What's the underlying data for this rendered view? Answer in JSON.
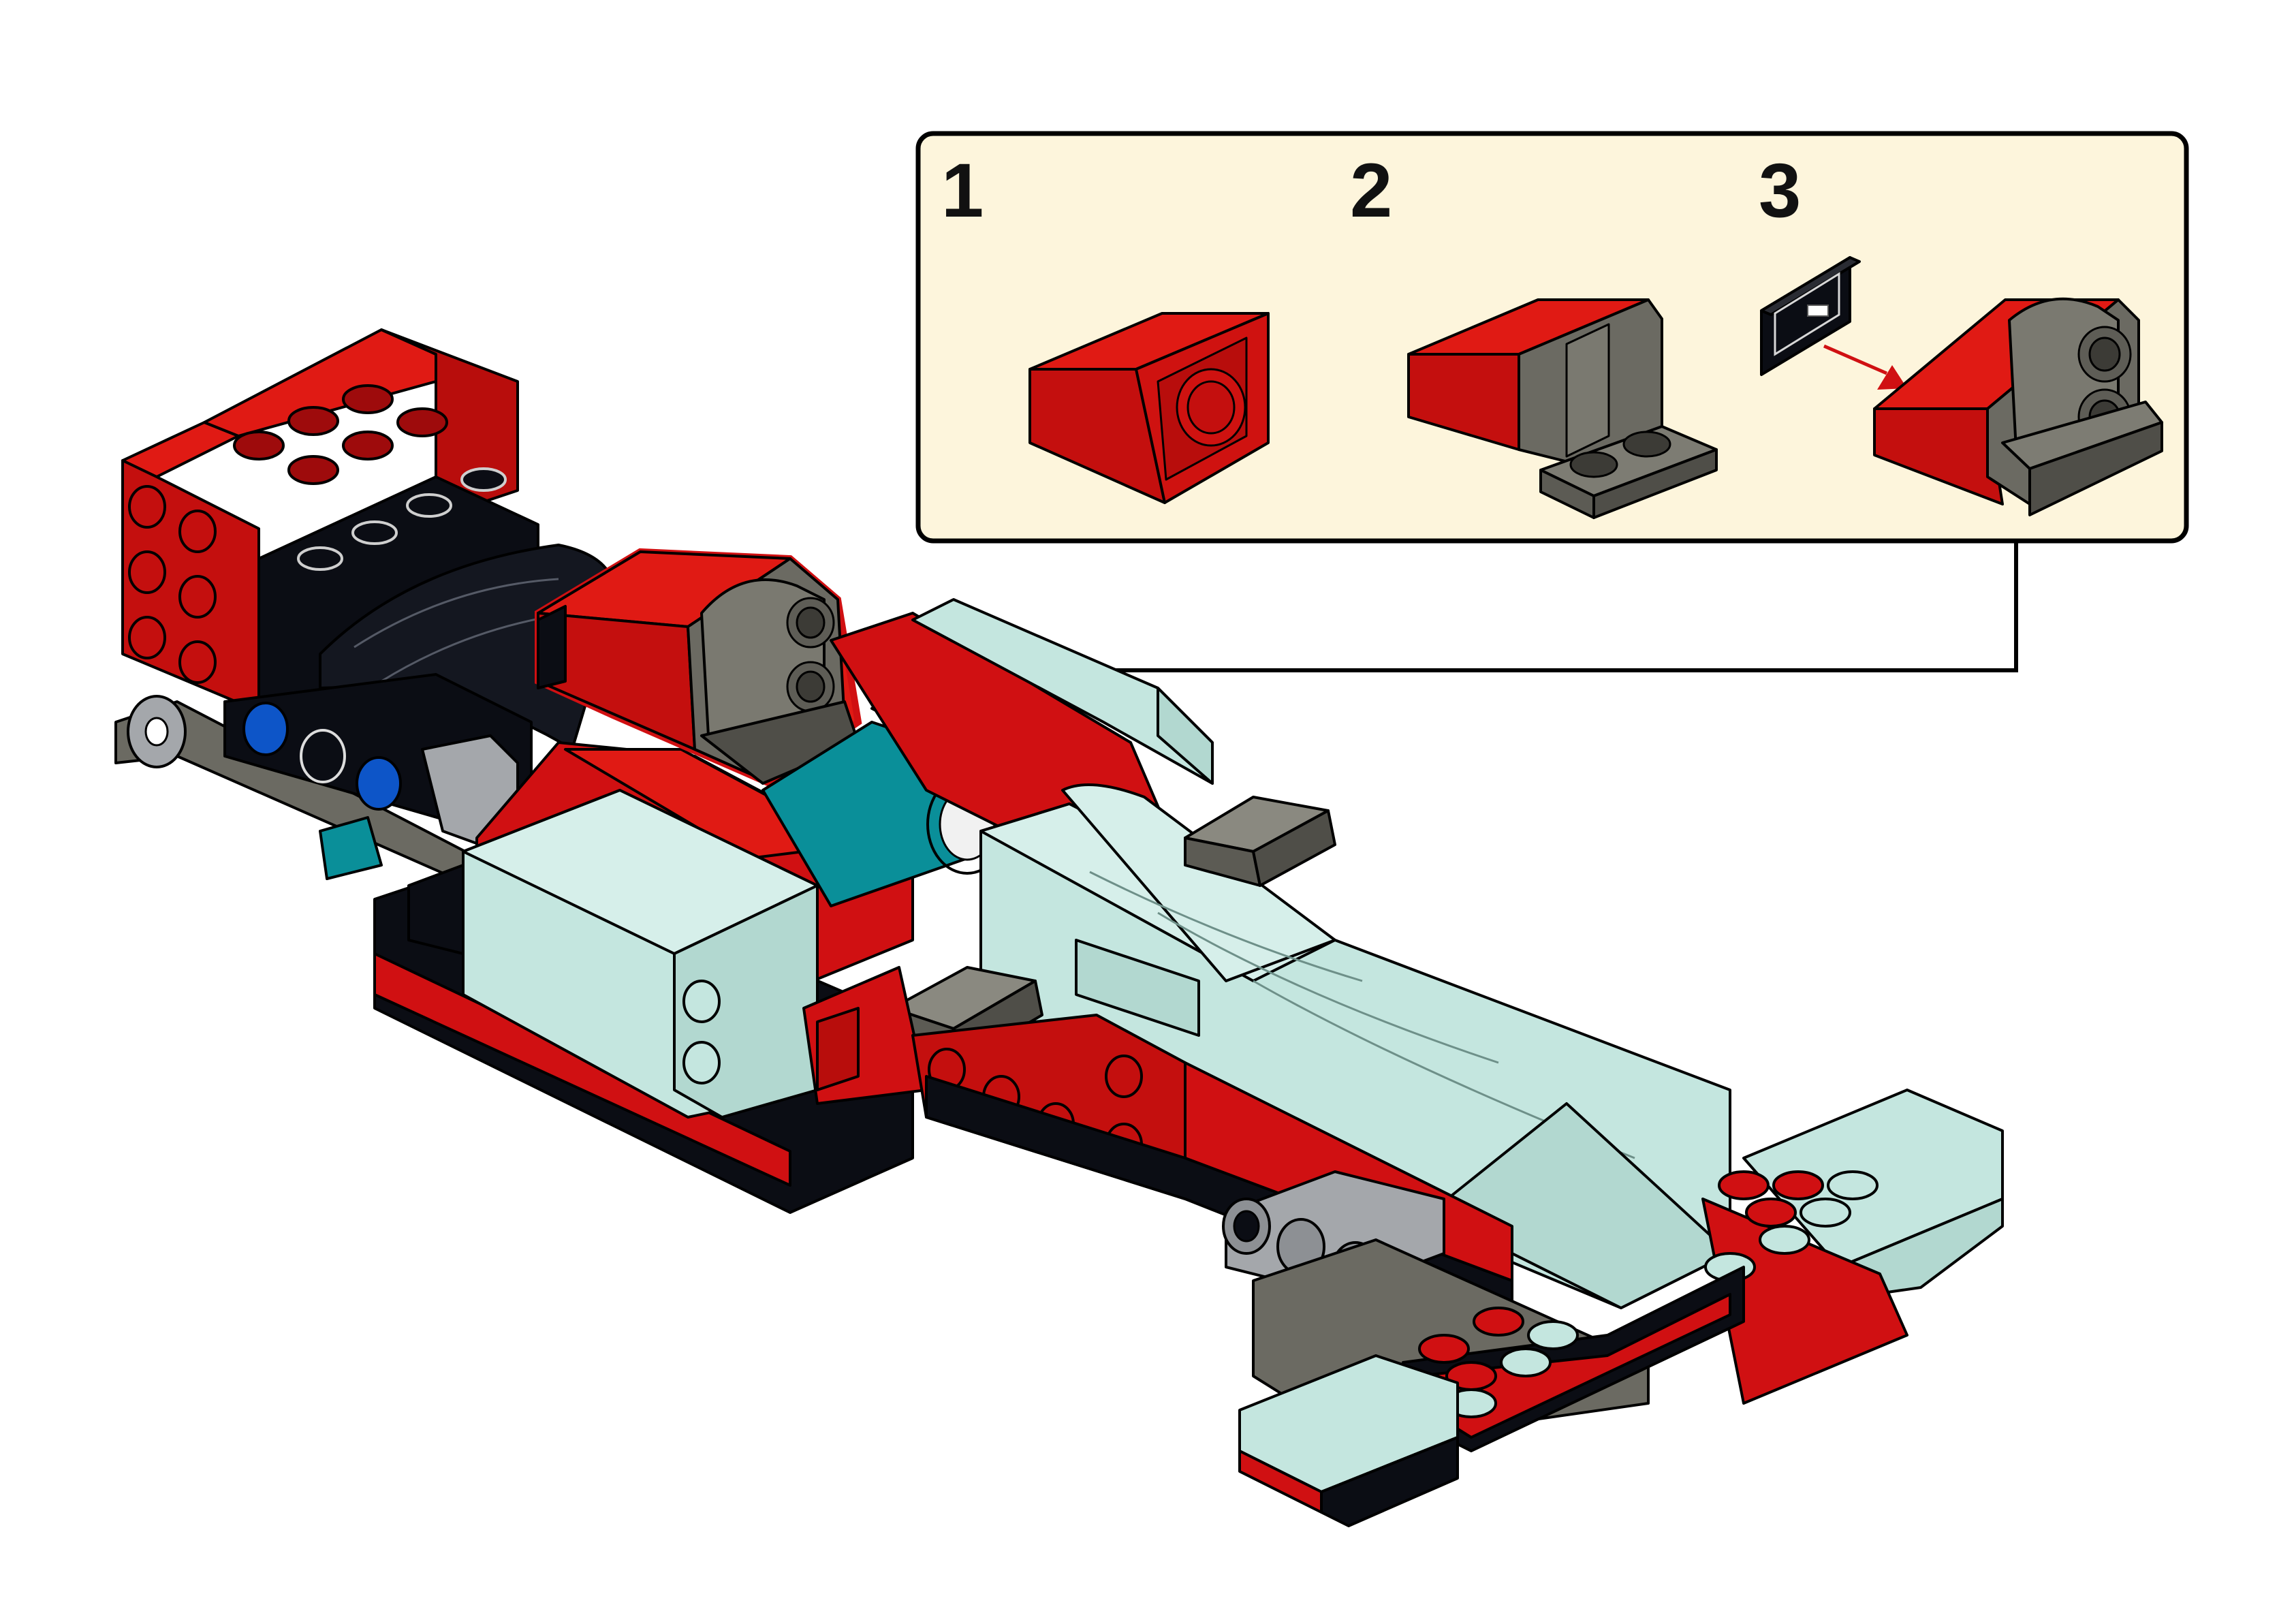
{
  "substep_panel": {
    "steps": [
      {
        "number": "1"
      },
      {
        "number": "2"
      },
      {
        "number": "3"
      }
    ]
  },
  "colors": {
    "panel_background": "#fdf5dc",
    "red": "#d01012",
    "red_dark": "#9e0b0c",
    "dark_bluish_gray": "#6b6a62",
    "dark_gray_top": "#8a8980",
    "light_aqua": "#c4e6df",
    "black": "#0b0d14",
    "dark_turquoise": "#0a8f99",
    "light_bluish_gray": "#a4a7ab",
    "blue": "#0d55c8"
  },
  "icons": [
    "callout-arrow-icon",
    "red-direction-arrow-icon"
  ]
}
